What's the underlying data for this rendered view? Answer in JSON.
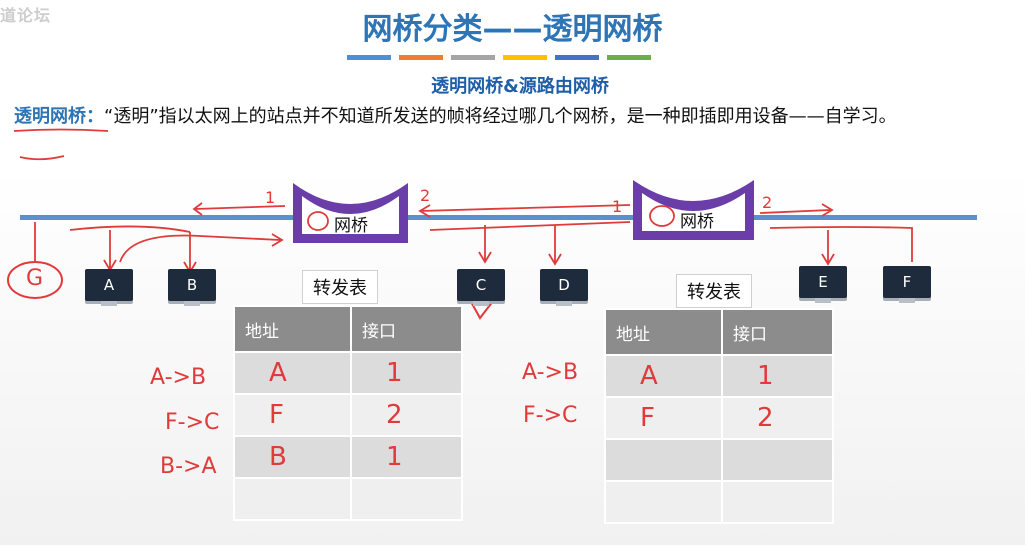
{
  "watermark": "道论坛",
  "title": "网桥分类——透明网桥",
  "stripe_colors": [
    "#4a90d9",
    "#ed7d31",
    "#a5a5a5",
    "#ffc000",
    "#4472c4",
    "#70ad47"
  ],
  "subtitle": "透明网桥&源路由网桥",
  "definition": {
    "term": "透明网桥：",
    "text": "“透明”指以太网上的站点并不知道所发送的帧将经过哪几个网桥，是一种即插即用设备——自学习。"
  },
  "bridges": [
    {
      "label": "网桥",
      "port1": "1",
      "port2": "2"
    },
    {
      "label": "网桥",
      "port1": "1",
      "port2": "2"
    }
  ],
  "hosts": [
    "A",
    "B",
    "C",
    "D",
    "E",
    "F"
  ],
  "annotations": {
    "g_circle": "G"
  },
  "tables": [
    {
      "caption": "转发表",
      "headers": [
        "地址",
        "接口"
      ],
      "rows": [
        [
          "A",
          "1"
        ],
        [
          "F",
          "2"
        ],
        [
          "B",
          "1"
        ],
        [
          "",
          ""
        ]
      ],
      "side_notes": [
        "A->B",
        "F->C",
        "B->A"
      ]
    },
    {
      "caption": "转发表",
      "headers": [
        "地址",
        "接口"
      ],
      "rows": [
        [
          "A",
          "1"
        ],
        [
          "F",
          "2"
        ],
        [
          "",
          ""
        ],
        [
          "",
          ""
        ]
      ],
      "side_notes": [
        "A->B",
        "F->C"
      ]
    }
  ]
}
